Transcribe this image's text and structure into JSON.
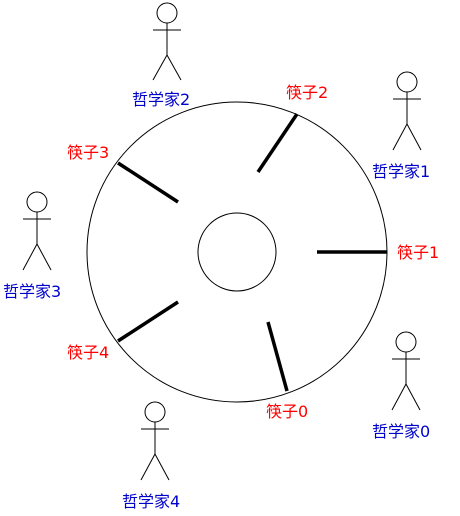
{
  "chopsticks": [
    {
      "id": 0,
      "label": "筷子0"
    },
    {
      "id": 1,
      "label": "筷子1"
    },
    {
      "id": 2,
      "label": "筷子2"
    },
    {
      "id": 3,
      "label": "筷子3"
    },
    {
      "id": 4,
      "label": "筷子4"
    }
  ],
  "philosophers": [
    {
      "id": 0,
      "label": "哲学家0"
    },
    {
      "id": 1,
      "label": "哲学家1"
    },
    {
      "id": 2,
      "label": "哲学家2"
    },
    {
      "id": 3,
      "label": "哲学家3"
    },
    {
      "id": 4,
      "label": "哲学家4"
    }
  ],
  "colors": {
    "chopstick_label": "#ff0000",
    "philosopher_label": "#0000cc",
    "line": "#000000"
  }
}
